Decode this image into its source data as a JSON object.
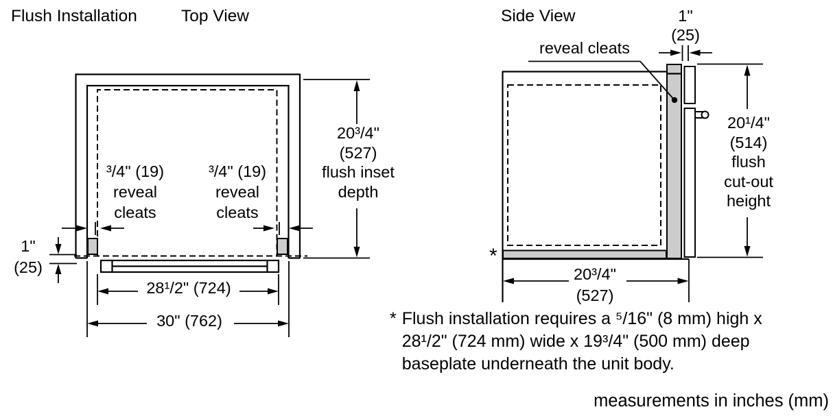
{
  "colors": {
    "ink": "#000000",
    "background": "#ffffff",
    "cleat_fill": "#cccccc"
  },
  "titles": {
    "main": "Flush Installation",
    "top_view": "Top View",
    "side_view": "Side View"
  },
  "top_view": {
    "inset_depth_label": {
      "lines": [
        "20³/4\"",
        "(527)",
        "flush inset",
        "depth"
      ]
    },
    "reveal_cleat_labels": [
      {
        "lines": [
          "³/4\" (19)",
          "reveal",
          "cleats"
        ]
      },
      {
        "lines": [
          "³/4\" (19)",
          "reveal",
          "cleats"
        ]
      }
    ],
    "front_gap_label": {
      "lines": [
        "1\"",
        "(25)"
      ]
    },
    "opening_width_label": "28¹/2\" (724)",
    "cutout_width_label": "30\" (762)"
  },
  "side_view": {
    "reveal_cleats_callout": "reveal cleats",
    "cleat_thickness_label": {
      "lines": [
        "1\"",
        "(25)"
      ]
    },
    "cutout_height_label": {
      "lines": [
        "20¹/4\"",
        "(514)",
        "flush",
        "cut-out",
        "height"
      ]
    },
    "inset_depth_label": {
      "lines": [
        "20³/4\"",
        "(527)"
      ]
    },
    "baseplate_marker": "*"
  },
  "footnote": {
    "marker": "*",
    "lines": [
      "Flush installation requires a ⁵/16\" (8 mm) high x",
      "28¹/2\" (724 mm) wide x 19³/4\" (500 mm) deep",
      "baseplate underneath the unit body."
    ]
  },
  "units_note": "measurements in inches (mm)"
}
